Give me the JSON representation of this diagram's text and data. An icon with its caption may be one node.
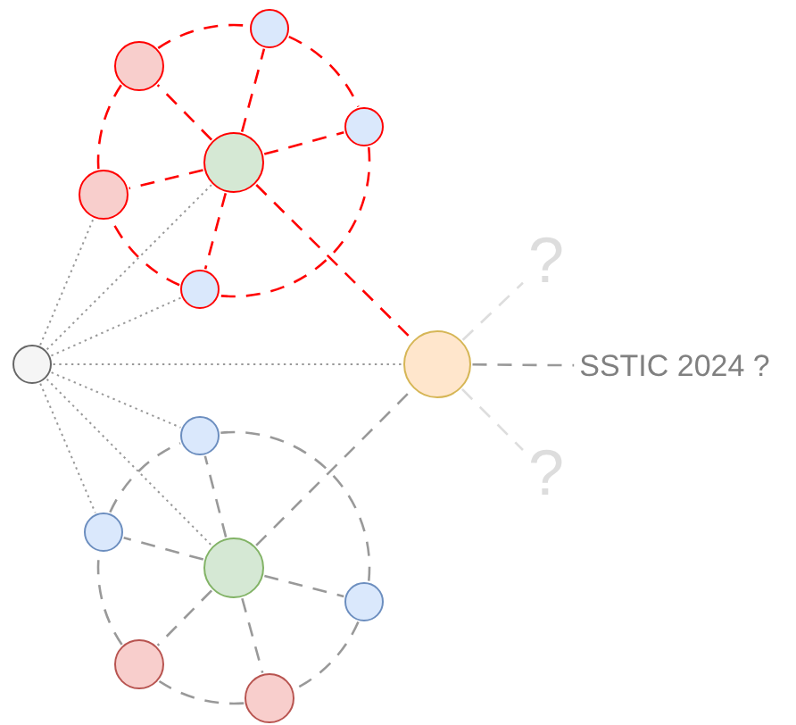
{
  "diagram": {
    "nodes": [
      {
        "text": [],
        "shape": "circle"
      },
      {
        "text": [],
        "shape": "circle"
      },
      {
        "text": [],
        "shape": "circle"
      },
      {
        "text": [],
        "shape": "circle"
      },
      {
        "text": [],
        "shape": "circle"
      },
      {
        "text": [
          "?"
        ]
      },
      {
        "text": [],
        "shape": "circle"
      },
      {
        "text": [],
        "shape": "circle"
      },
      {
        "text": [],
        "shape": "circle"
      },
      {
        "text": [
          "SSTIC 2024 ?"
        ]
      },
      {
        "text": [],
        "shape": "circle"
      },
      {
        "text": [
          "?"
        ]
      },
      {
        "text": [],
        "shape": "circle"
      },
      {
        "text": [],
        "shape": "circle"
      },
      {
        "text": [],
        "shape": "circle"
      },
      {
        "text": [],
        "shape": "circle"
      },
      {
        "text": [],
        "shape": "circle"
      }
    ],
    "edges": [
      {
        "from": 1,
        "to": 0,
        "arrow": "none",
        "style": "dashed",
        "color": "#ff0000"
      },
      {
        "from": 0,
        "to": 2,
        "arrow": "none",
        "style": "dashed",
        "color": "#ff0000"
      },
      {
        "from": 2,
        "to": 6,
        "arrow": "none",
        "style": "dashed",
        "color": "#ff0000"
      },
      {
        "from": 6,
        "to": 4,
        "arrow": "none",
        "style": "dashed",
        "color": "#ff0000"
      },
      {
        "from": 4,
        "to": 1,
        "arrow": "none",
        "style": "dashed",
        "color": "#ff0000"
      },
      {
        "from": 3,
        "to": 1,
        "arrow": "none",
        "style": "dashed",
        "color": "#ff0000"
      },
      {
        "from": 3,
        "to": 0,
        "arrow": "none",
        "style": "dashed",
        "color": "#ff0000"
      },
      {
        "from": 3,
        "to": 2,
        "arrow": "none",
        "style": "dashed",
        "color": "#ff0000"
      },
      {
        "from": 3,
        "to": 4,
        "arrow": "none",
        "style": "dashed",
        "color": "#ff0000"
      },
      {
        "from": 3,
        "to": 6,
        "arrow": "none",
        "style": "dashed",
        "color": "#ff0000"
      },
      {
        "from": 3,
        "to": 8,
        "arrow": "none",
        "style": "dashed",
        "color": "#ff0000"
      },
      {
        "from": 7,
        "to": 4,
        "arrow": "none"
      },
      {
        "from": 7,
        "to": 3,
        "arrow": "none"
      },
      {
        "from": 7,
        "to": 6,
        "arrow": "none"
      },
      {
        "from": 7,
        "to": 8,
        "arrow": "none"
      },
      {
        "from": 7,
        "to": 10,
        "arrow": "none"
      },
      {
        "from": 7,
        "to": 13,
        "arrow": "none"
      },
      {
        "from": 7,
        "to": 12,
        "arrow": "none"
      },
      {
        "from": 10,
        "to": 14,
        "arrow": "none",
        "style": "dashed"
      },
      {
        "from": 14,
        "to": 16,
        "arrow": "none",
        "style": "dashed"
      },
      {
        "from": 16,
        "to": 15,
        "arrow": "none",
        "style": "dashed"
      },
      {
        "from": 15,
        "to": 12,
        "arrow": "none",
        "style": "dashed"
      },
      {
        "from": 12,
        "to": 10,
        "arrow": "none",
        "style": "dashed"
      },
      {
        "from": 13,
        "to": 10,
        "arrow": "none",
        "style": "dashed"
      },
      {
        "from": 13,
        "to": 12,
        "arrow": "none",
        "style": "dashed"
      },
      {
        "from": 13,
        "to": 14,
        "arrow": "none",
        "style": "dashed"
      },
      {
        "from": 13,
        "to": 15,
        "arrow": "none",
        "style": "dashed"
      },
      {
        "from": 13,
        "to": 16,
        "arrow": "none",
        "style": "dashed"
      },
      {
        "from": 13,
        "to": 8,
        "arrow": "none",
        "style": "dashed"
      },
      {
        "from": 8,
        "to": 5,
        "arrow": "none",
        "style": "dashed",
        "color": "#dddddd"
      },
      {
        "from": 8,
        "to": 9,
        "arrow": "none",
        "style": "dashed"
      },
      {
        "from": 8,
        "to": 11,
        "arrow": "none",
        "style": "dashed",
        "color": "#dddddd"
      }
    ]
  }
}
